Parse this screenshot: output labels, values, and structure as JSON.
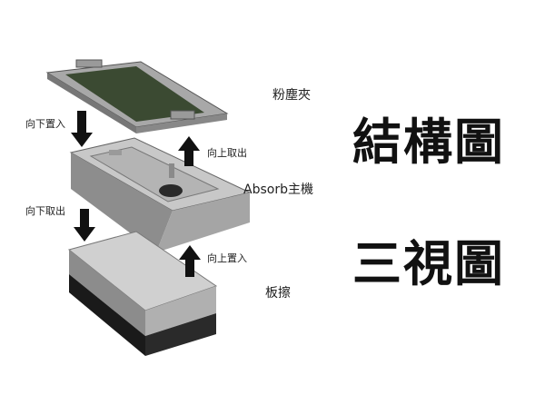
{
  "labels": {
    "chalk_holder": "粉塵夾",
    "absorb_unit": "Absorb主機",
    "eraser": "板擦",
    "arrow_place_down_top": "向下置入",
    "arrow_take_out_up": "向上取出",
    "arrow_take_out_down": "向下取出",
    "arrow_place_up": "向上置入"
  },
  "titles": {
    "structure": "結構圖",
    "three_view": "三視圖"
  },
  "colors": {
    "frame_light": "#b9b9b9",
    "frame_dark": "#6e6e6e",
    "filter_green": "#3b4a32",
    "unit_top": "#c4c4c4",
    "unit_side": "#8a8a8a",
    "eraser_top": "#8c8c8c",
    "eraser_felt": "#1a1a1a",
    "arrow": "#111111"
  }
}
